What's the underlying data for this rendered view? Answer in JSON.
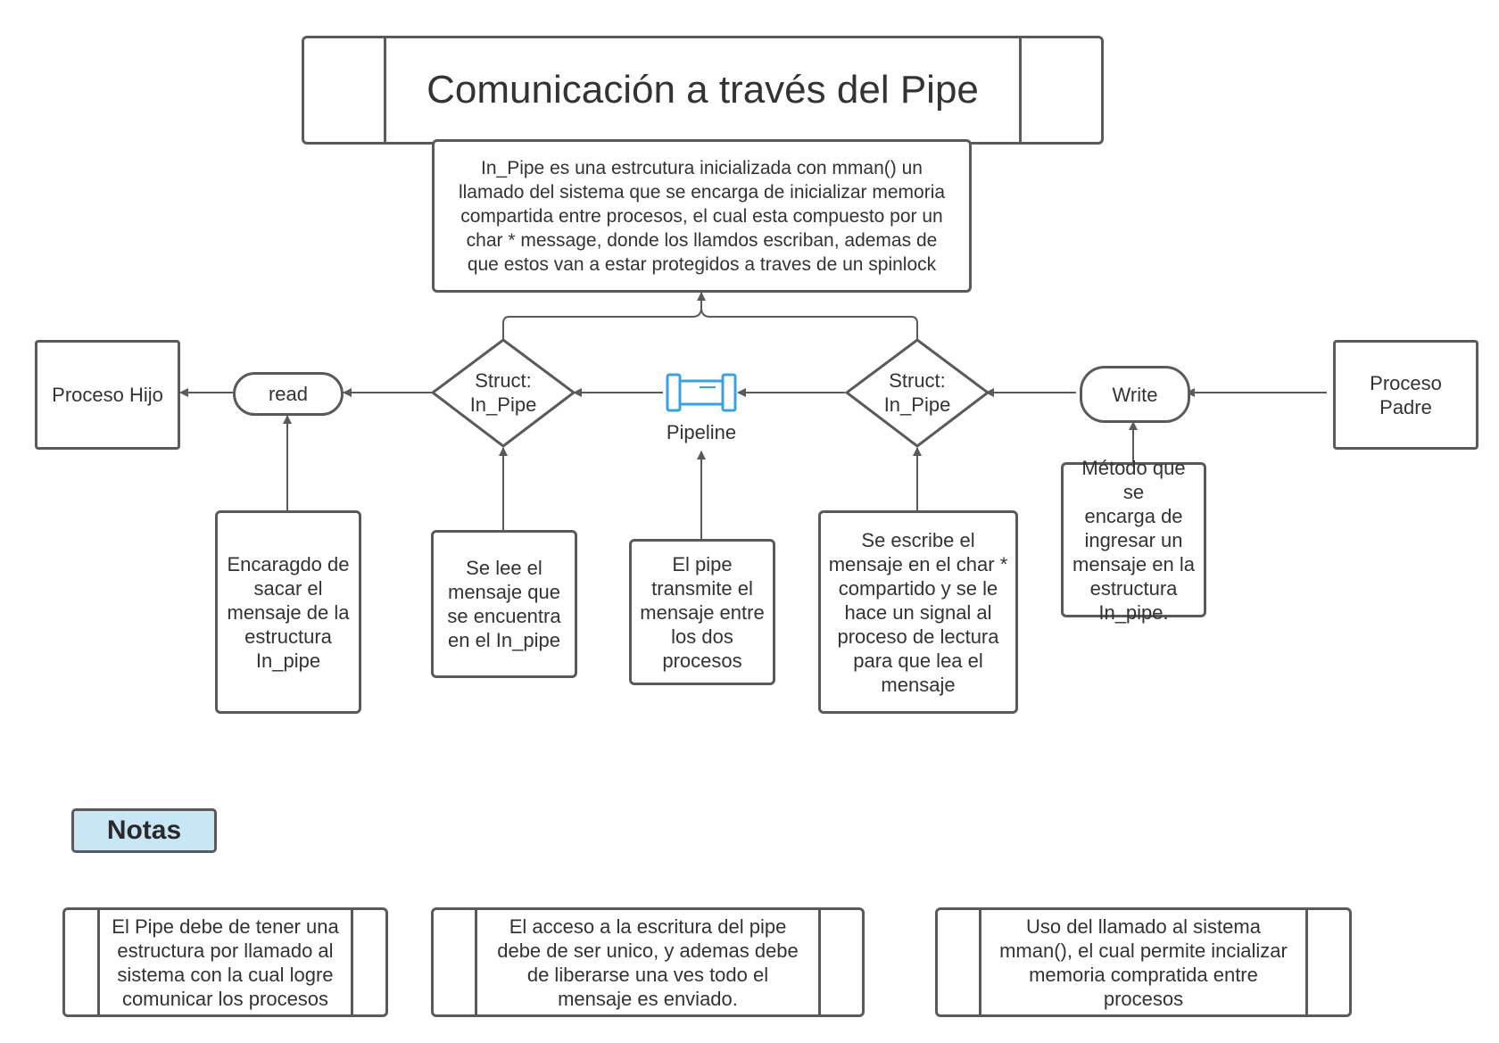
{
  "title": "Comunicación a través del Pipe",
  "description": "In_Pipe es una estrcutura inicializada con mman() un\nllamado del sistema que se encarga de inicializar memoria\ncompartida entre procesos, el cual esta compuesto por un\nchar * message, donde los llamdos escriban, ademas de\nque estos van a estar protegidos a traves de un spinlock",
  "nodes": {
    "proceso_hijo": "Proceso Hijo",
    "read": "read",
    "struct_left": "Struct:\nIn_Pipe",
    "pipeline": "Pipeline",
    "struct_right": "Struct:\nIn_Pipe",
    "write": "Write",
    "proceso_padre": "Proceso\nPadre"
  },
  "explanations": {
    "read_note": "Encaragdo de\nsacar el\nmensaje de la\nestructura\nIn_pipe",
    "struct_left_note": "Se lee el\nmensaje que\nse encuentra\nen el In_pipe",
    "pipeline_note": "El pipe\ntransmite el\nmensaje entre\nlos dos\nprocesos",
    "struct_right_note": "Se escribe el\nmensaje en el char *\ncompartido y se le\nhace un signal al\nproceso de lectura\npara que lea el\nmensaje",
    "write_note": "Método que se\nencarga de\ningresar un\nmensaje en la\nestructura\nIn_pipe."
  },
  "notes_header": "Notas",
  "notes": [
    "El Pipe debe de tener una\nestructura por llamado al\nsistema con la cual logre\ncomunicar los procesos",
    "El acceso a la escritura del pipe\ndebe de ser unico, y ademas debe\nde liberarse una ves todo el\nmensaje es enviado.",
    "Uso del llamado al sistema\nmman(), el cual permite incializar\nmemoria compratida entre\nprocesos"
  ],
  "colors": {
    "stroke": "#5a5a5a",
    "pipe_icon": "#3aa0e0",
    "notes_fill": "#c9e6f5"
  }
}
